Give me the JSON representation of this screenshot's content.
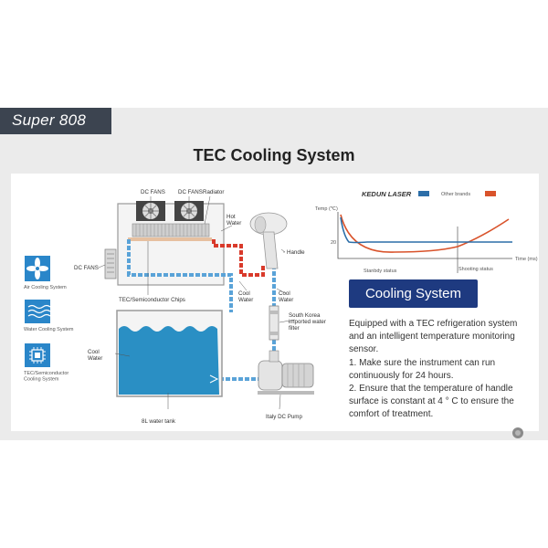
{
  "brand": "Super 808",
  "title": "TEC Cooling System",
  "legend_icons": [
    {
      "label": "Air Cooling System",
      "icon": "fan-icon"
    },
    {
      "label": "Water Cooling System",
      "icon": "water-waves-icon"
    },
    {
      "label": "TEC/Semiconductor\nCooling System",
      "icon": "chip-icon"
    }
  ],
  "diagram": {
    "dc_fans_1": "DC FANS",
    "dc_fans_2": "DC FANS",
    "radiator": "Radiator",
    "hot_water": "Hot\nWater",
    "handle": "Handle",
    "dc_fans_side": "DC FANS",
    "tec_chips": "TEC/Semiconductor Chips",
    "cool_water_mid": "Cool\nWater",
    "cool_water_right": "Cool\nWater",
    "filter": "South Korea\nimported water\nfilter",
    "cool_water_tank": "Cool\nWater",
    "tank": "8L water tank",
    "pump": "Italy DC Pump"
  },
  "colors": {
    "hot_pipe": "#d93a2b",
    "cool_pipe": "#5aa3d8",
    "tank_water": "#2a8fc4",
    "kedun_line": "#2c6ea8",
    "other_line": "#d9532b",
    "button": "#1e3a80"
  },
  "chart_data": {
    "type": "line",
    "legend": [
      "KEDUN LASER",
      "Other brands"
    ],
    "y_label": "Temp (℃)",
    "y_tick": "20",
    "x_label": "Time (ms)",
    "x_annotations": [
      "Stanbdy status",
      "Shooting status"
    ],
    "grid": false,
    "legend_placement": "top"
  },
  "button_label": "Cooling System",
  "description": [
    "Equipped with a TEC refrigeration system and an intelligent temperature monitoring sensor.",
    "1. Make sure the instrument can run continuously for 24 hours.",
    "2. Ensure that the temperature of handle surface is constant at 4 ° C to ensure the comfort of treatment."
  ]
}
